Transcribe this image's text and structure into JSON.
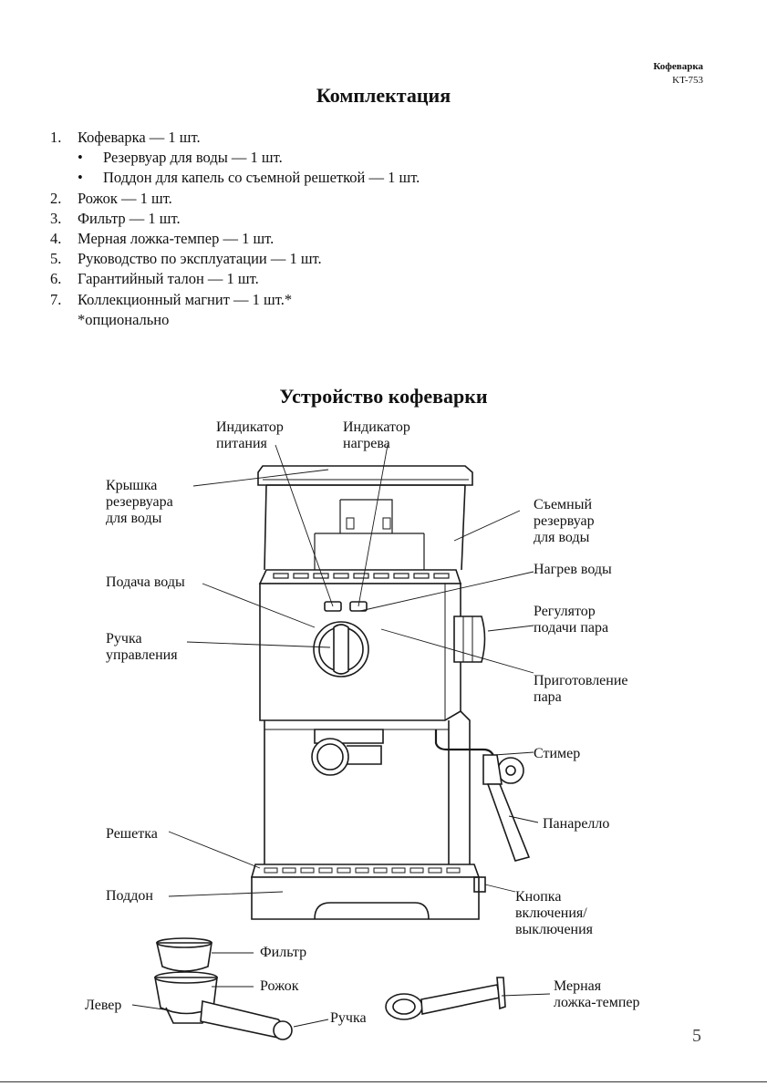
{
  "header": {
    "brand": "Кофеварка",
    "model": "KT-753"
  },
  "section1": {
    "title": "Комплектация",
    "items": [
      {
        "num": "1.",
        "text": "Кофеварка — 1 шт."
      },
      {
        "num": "•",
        "text": "Резервуар для воды — 1 шт."
      },
      {
        "num": "•",
        "text": "Поддон для капель со съемной решеткой — 1 шт."
      },
      {
        "num": "2.",
        "text": "Рожок — 1 шт."
      },
      {
        "num": "3.",
        "text": "Фильтр — 1 шт."
      },
      {
        "num": "4.",
        "text": "Мерная ложка-темпер — 1 шт."
      },
      {
        "num": "5.",
        "text": "Руководство по эксплуатации — 1 шт."
      },
      {
        "num": "6.",
        "text": "Гарантийный талон — 1 шт."
      },
      {
        "num": "7.",
        "text": "Коллекционный магнит — 1 шт.*"
      },
      {
        "num": "",
        "text": "*опционально"
      }
    ]
  },
  "section2": {
    "title": "Устройство кофеварки",
    "labels": {
      "power_indicator": [
        "Индикатор",
        "питания"
      ],
      "heat_indicator": [
        "Индикатор",
        "нагрева"
      ],
      "tank_lid": [
        "Крышка",
        "резервуара",
        "для воды"
      ],
      "removable_tank": [
        "Съемный",
        "резервуар",
        "для воды"
      ],
      "water_heating": [
        "Нагрев воды"
      ],
      "water_supply": [
        "Подача воды"
      ],
      "steam_regulator": [
        "Регулятор",
        "подачи пара"
      ],
      "control_knob": [
        "Ручка",
        "управления"
      ],
      "steam_preparation": [
        "Приготовление",
        "пара"
      ],
      "steamer": [
        "Стимер"
      ],
      "panarello": [
        "Панарелло"
      ],
      "grate": [
        "Решетка"
      ],
      "tray": [
        "Поддон"
      ],
      "power_button": [
        "Кнопка",
        "включения/",
        "выключения"
      ],
      "filter": [
        "Фильтр"
      ],
      "holder": [
        "Рожок"
      ],
      "lever": [
        "Левер"
      ],
      "handle": [
        "Ручка"
      ],
      "tamper": [
        "Мерная",
        "ложка-темпер"
      ]
    }
  },
  "page_number": "5"
}
